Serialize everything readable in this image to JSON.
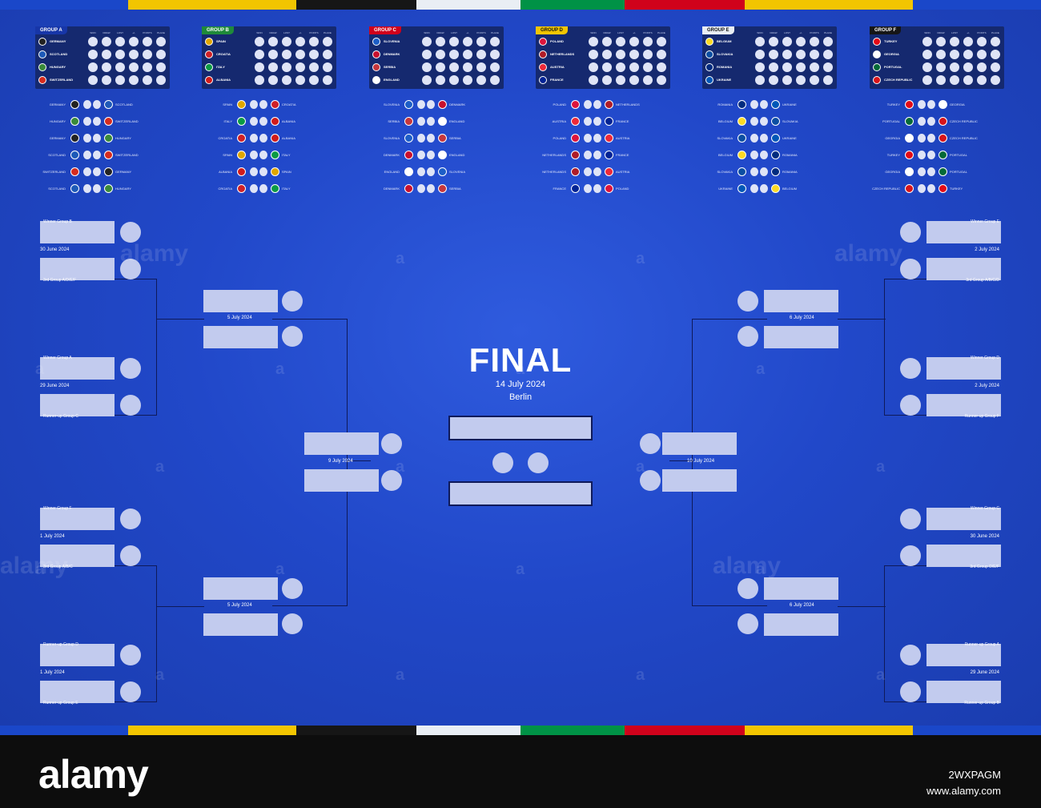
{
  "stripe_colors": [
    "#1a47c9",
    "#f2c500",
    "#161616",
    "#e9eef4",
    "#009246",
    "#d0021b",
    "#f2c500",
    "#1a47c9"
  ],
  "groups": [
    {
      "tag": "GROUP A",
      "color": "#1736a8",
      "teams": [
        "GERMANY",
        "SCOTLAND",
        "HUNGARY",
        "SWITZERLAND"
      ],
      "flags": [
        "#222",
        "#1e5ab8",
        "#3a8a3a",
        "#d52b1e"
      ]
    },
    {
      "tag": "GROUP B",
      "color": "#1f8a3a",
      "teams": [
        "SPAIN",
        "CROATIA",
        "ITALY",
        "ALBANIA"
      ],
      "flags": [
        "#e0a600",
        "#cf2027",
        "#0a9a44",
        "#d01b1b"
      ]
    },
    {
      "tag": "GROUP C",
      "color": "#d0021b",
      "teams": [
        "SLOVENIA",
        "DENMARK",
        "SERBIA",
        "ENGLAND"
      ],
      "flags": [
        "#1d5ec7",
        "#c8102e",
        "#c6363c",
        "#fff"
      ]
    },
    {
      "tag": "GROUP D",
      "color": "#f2c500",
      "teams": [
        "POLAND",
        "NETHERLANDS",
        "AUSTRIA",
        "FRANCE"
      ],
      "flags": [
        "#dc143c",
        "#ae1c28",
        "#ed2939",
        "#002395"
      ]
    },
    {
      "tag": "GROUP E",
      "color": "#e9eef4",
      "teams": [
        "BELGIUM",
        "SLOVAKIA",
        "ROMANIA",
        "UKRAINE"
      ],
      "flags": [
        "#fdda24",
        "#0b4ea2",
        "#002b7f",
        "#0057b7"
      ]
    },
    {
      "tag": "GROUP F",
      "color": "#161616",
      "teams": [
        "TURKEY",
        "GEORGIA",
        "PORTUGAL",
        "CZECH REPUBLIC"
      ],
      "flags": [
        "#e30a17",
        "#fff",
        "#046a38",
        "#d7141a"
      ]
    }
  ],
  "group_headers": [
    "WON",
    "DRAW",
    "LOST",
    "+/-",
    "POINTS",
    "PLACE"
  ],
  "fixtures": [
    [
      [
        "GERMANY",
        "SCOTLAND"
      ],
      [
        "HUNGARY",
        "SWITZERLAND"
      ],
      [
        "GERMANY",
        "HUNGARY"
      ],
      [
        "SCOTLAND",
        "SWITZERLAND"
      ],
      [
        "SWITZERLAND",
        "GERMANY"
      ],
      [
        "SCOTLAND",
        "HUNGARY"
      ]
    ],
    [
      [
        "SPAIN",
        "CROATIA"
      ],
      [
        "ITALY",
        "ALBANIA"
      ],
      [
        "CROATIA",
        "ALBANIA"
      ],
      [
        "SPAIN",
        "ITALY"
      ],
      [
        "ALBANIA",
        "SPAIN"
      ],
      [
        "CROATIA",
        "ITALY"
      ]
    ],
    [
      [
        "SLOVENIA",
        "DENMARK"
      ],
      [
        "SERBIA",
        "ENGLAND"
      ],
      [
        "SLOVENIA",
        "SERBIA"
      ],
      [
        "DENMARK",
        "ENGLAND"
      ],
      [
        "ENGLAND",
        "SLOVENIA"
      ],
      [
        "DENMARK",
        "SERBIA"
      ]
    ],
    [
      [
        "POLAND",
        "NETHERLANDS"
      ],
      [
        "AUSTRIA",
        "FRANCE"
      ],
      [
        "POLAND",
        "AUSTRIA"
      ],
      [
        "NETHERLANDS",
        "FRANCE"
      ],
      [
        "NETHERLANDS",
        "AUSTRIA"
      ],
      [
        "FRANCE",
        "POLAND"
      ]
    ],
    [
      [
        "ROMANIA",
        "UKRAINE"
      ],
      [
        "BELGIUM",
        "SLOVAKIA"
      ],
      [
        "SLOVAKIA",
        "UKRAINE"
      ],
      [
        "BELGIUM",
        "ROMANIA"
      ],
      [
        "SLOVAKIA",
        "ROMANIA"
      ],
      [
        "UKRAINE",
        "BELGIUM"
      ]
    ],
    [
      [
        "TURKEY",
        "GEORGIA"
      ],
      [
        "PORTUGAL",
        "CZECH REPUBLIC"
      ],
      [
        "GEORGIA",
        "CZECH REPUBLIC"
      ],
      [
        "TURKEY",
        "PORTUGAL"
      ],
      [
        "GEORGIA",
        "PORTUGAL"
      ],
      [
        "CZECH REPUBLIC",
        "TURKEY"
      ]
    ]
  ],
  "r16_left": [
    {
      "top": "Winner Group B",
      "bottom": "3rd Group A/D/E/F",
      "date": "30 June 2024"
    },
    {
      "top": "Winner Group A",
      "bottom": "Runner-up Group C",
      "date": "29 June 2024"
    },
    {
      "top": "Winner Group F",
      "bottom": "3rd Group A/B/C",
      "date": "1 July 2024"
    },
    {
      "top": "Runner-up Group D",
      "bottom": "Runner-up Group E",
      "date": "1 July 2024"
    }
  ],
  "r16_right": [
    {
      "top": "Winner Group E",
      "bottom": "3rd Group A/B/C/D",
      "date": "2 July 2024"
    },
    {
      "top": "Winner Group D",
      "bottom": "Runner-up Group F",
      "date": "2 July 2024"
    },
    {
      "top": "Winner Group C",
      "bottom": "3rd Group D/E/F",
      "date": "30 June 2024"
    },
    {
      "top": "Runner-up Group A",
      "bottom": "Runner-up Group B",
      "date": "29 June 2024"
    }
  ],
  "qf_left": [
    "5 July 2024",
    "5 July 2024"
  ],
  "qf_right": [
    "6 July 2024",
    "6 July 2024"
  ],
  "sf_left": "9 July 2024",
  "sf_right": "10 July 2024",
  "final": {
    "title": "FINAL",
    "date": "14 July 2024",
    "city": "Berlin"
  },
  "watermark": "alamy",
  "footer": {
    "logo": "alamy",
    "image_id": "2WXPAGM",
    "site": "www.alamy.com"
  }
}
